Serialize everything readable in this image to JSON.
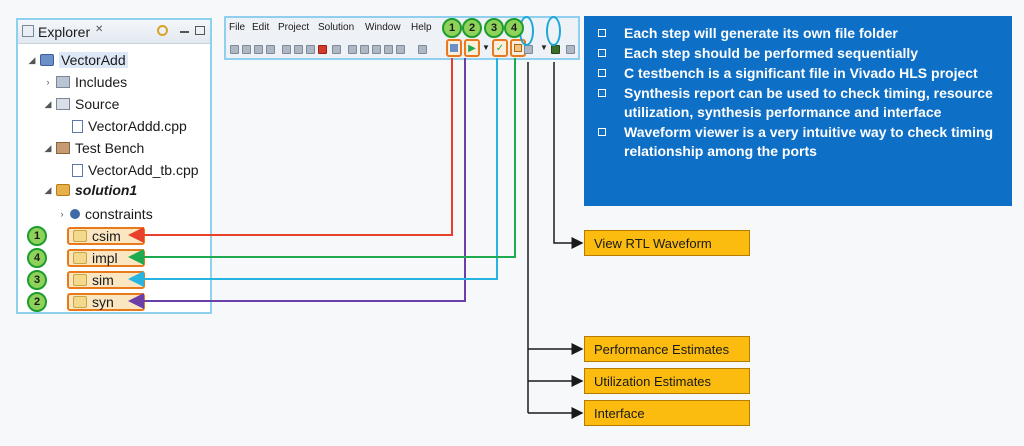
{
  "explorer": {
    "title": "Explorer",
    "close_glyph": "✕",
    "project": "VectorAdd",
    "includes": "Includes",
    "source": "Source",
    "source_file": "VectorAddd.cpp",
    "test_bench": "Test Bench",
    "tb_file": "VectorAdd_tb.cpp",
    "solution": "solution1",
    "constraints": "constraints",
    "folders": [
      {
        "badge": "1",
        "label": "csim"
      },
      {
        "badge": "4",
        "label": "impl"
      },
      {
        "badge": "3",
        "label": "sim"
      },
      {
        "badge": "2",
        "label": "syn"
      }
    ]
  },
  "toolbar": {
    "menu": [
      "File",
      "Edit",
      "Project",
      "Solution",
      "Window",
      "Help"
    ],
    "badges": [
      "1",
      "2",
      "3",
      "4"
    ]
  },
  "info": {
    "bullets": [
      "Each step will generate its own file folder",
      "Each step should be performed sequentially",
      "C testbench is a significant file in Vivado HLS project",
      "Synthesis report can be used to check timing, resource utilization, synthesis performance and interface",
      "Waveform viewer is a very intuitive way to check timing relationship among the ports"
    ]
  },
  "reports": {
    "rtl_waveform": "View RTL Waveform",
    "performance": "Performance Estimates",
    "utilization": "Utilization Estimates",
    "interface": "Interface"
  },
  "colors": {
    "csim_arrow": "#e8402a",
    "impl_arrow": "#1faa4f",
    "sim_arrow": "#27b4e0",
    "syn_arrow": "#6a3fa8",
    "info_bg": "#0e6fc6",
    "report_box": "#fbbb0f",
    "badge": "#8ed25a"
  }
}
